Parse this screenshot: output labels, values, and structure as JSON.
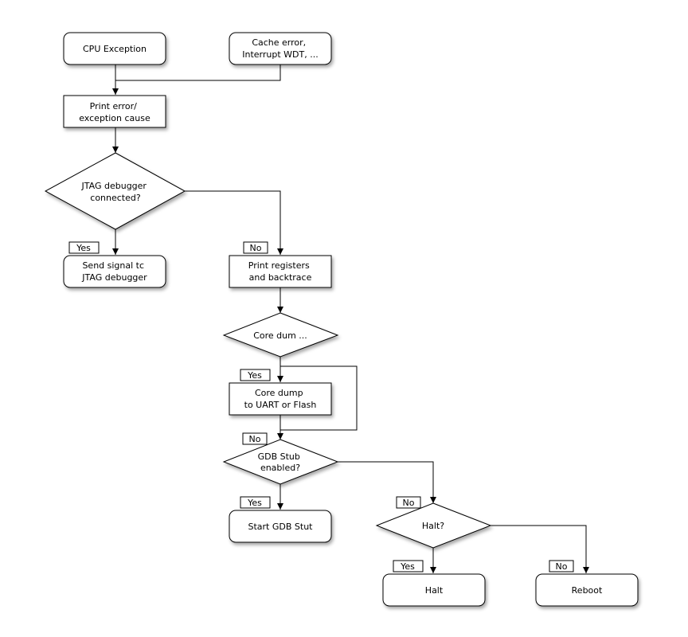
{
  "nodes": {
    "cpu_exception": [
      "CPU Exception"
    ],
    "cache_error": [
      "Cache error,",
      "Interrupt WDT, ..."
    ],
    "print_error": [
      "Print error/",
      "exception cause"
    ],
    "jtag_connected": [
      "JTAG debugger",
      "connected?"
    ],
    "send_signal": [
      "Send signal tc",
      "JTAG debugger"
    ],
    "print_registers": [
      "Print registers",
      "and backtrace"
    ],
    "core_dump_decision": [
      "Core dum ..."
    ],
    "core_dump": [
      "Core dump",
      "to UART or Flash"
    ],
    "gdb_stub_enabled": [
      "GDB Stub",
      "enabled?"
    ],
    "start_gdb_stub": [
      "Start GDB Stut"
    ],
    "halt_decision": [
      "Halt?"
    ],
    "halt": [
      "Halt"
    ],
    "reboot": [
      "Reboot"
    ]
  },
  "edge_labels": {
    "jtag_yes": "Yes",
    "jtag_no": "No",
    "core_dump_yes": "Yes",
    "core_dump_no": "No",
    "gdb_yes": "Yes",
    "gdb_no": "No",
    "halt_yes": "Yes",
    "halt_no": "No"
  }
}
